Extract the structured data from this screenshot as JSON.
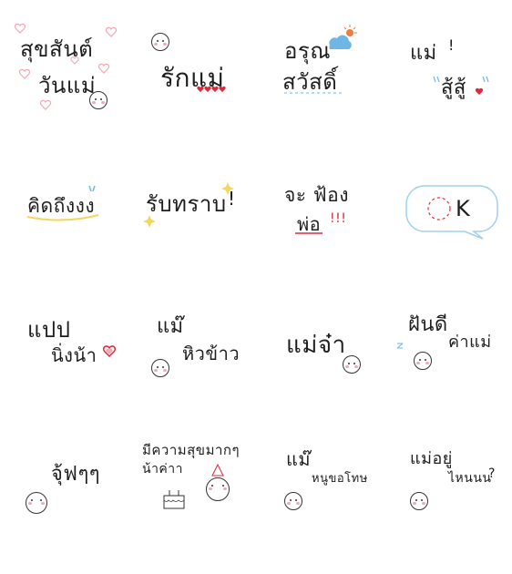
{
  "sticker_sheet": {
    "colors": {
      "ink": "#1e1e1e",
      "pink": "#f4a6b4",
      "red": "#e0283a",
      "blue": "#6fb6e6",
      "yellow": "#f5d65a",
      "orange": "#f07b3a"
    },
    "stickers": [
      {
        "id": "s1",
        "lines": [
          "สุขสันต์",
          "วันแม่"
        ],
        "icons": [
          "heart-icon",
          "face-icon"
        ]
      },
      {
        "id": "s2",
        "lines": [
          "รักแม่"
        ],
        "icons": [
          "face-icon",
          "hearts-icon"
        ]
      },
      {
        "id": "s3",
        "lines": [
          "อรุณ",
          "สวัสดิ์"
        ],
        "icons": [
          "cloud-sun-icon"
        ]
      },
      {
        "id": "s4",
        "lines": [
          "แม่",
          "!",
          "สู้สู้"
        ],
        "icons": [
          "heart-icon"
        ]
      },
      {
        "id": "s5",
        "lines": [
          "คิดถึงงง"
        ],
        "icons": [
          "sparkle-icon"
        ]
      },
      {
        "id": "s6",
        "lines": [
          "รับทราบ",
          "!"
        ],
        "icons": [
          "sparkle-icon"
        ]
      },
      {
        "id": "s7",
        "lines": [
          "จะ ฟ้อง",
          "พ่อ",
          "!!!"
        ],
        "icons": []
      },
      {
        "id": "s8",
        "lines": [
          "K"
        ],
        "icons": [
          "speech-bubble-icon"
        ]
      },
      {
        "id": "s9",
        "lines": [
          "แปป",
          "นิ่งน้า"
        ],
        "icons": [
          "heart-icon"
        ]
      },
      {
        "id": "s10",
        "lines": [
          "แม๊",
          "หิวข้าว"
        ],
        "icons": [
          "face-icon"
        ]
      },
      {
        "id": "s11",
        "lines": [
          "แม่จ๋า"
        ],
        "icons": [
          "face-icon"
        ]
      },
      {
        "id": "s12",
        "lines": [
          "ฝันดี",
          "ค่าแม่"
        ],
        "icons": [
          "face-icon"
        ]
      },
      {
        "id": "s13",
        "lines": [
          "จุ้ฟๆๆ"
        ],
        "icons": [
          "face-icon"
        ]
      },
      {
        "id": "s14",
        "lines": [
          "มีความสุขมากๆ",
          "น้าค่าา"
        ],
        "icons": [
          "cake-icon",
          "face-icon"
        ]
      },
      {
        "id": "s15",
        "lines": [
          "แม๊",
          "หนูขอโทษ"
        ],
        "icons": [
          "face-icon"
        ]
      },
      {
        "id": "s16",
        "lines": [
          "แม่อยู่",
          "ไหนนน",
          "?"
        ],
        "icons": [
          "face-icon"
        ]
      }
    ]
  }
}
